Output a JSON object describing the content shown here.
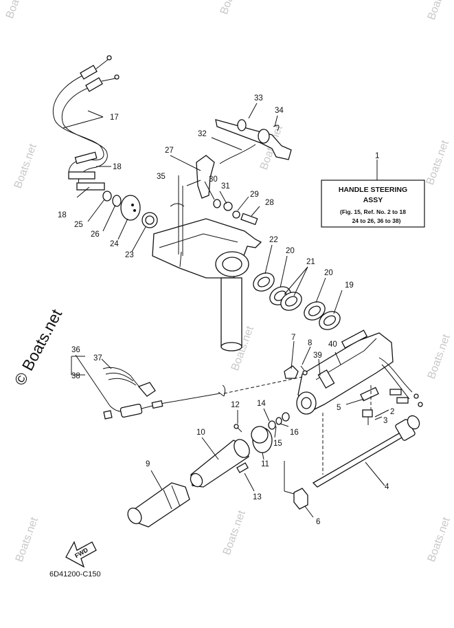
{
  "watermark": {
    "symbol": "©",
    "text": "Boats.net"
  },
  "callout": {
    "ref": "1",
    "title": "HANDLE STEERING",
    "subtitle": "ASSY",
    "note_line1": "(Fig. 15, Ref. No. 2 to 18",
    "note_line2": "24 to 26, 36 to 38)"
  },
  "fwd_label": "FWD",
  "diagram_code": "6D41200-C150",
  "part_numbers": [
    "2",
    "3",
    "4",
    "5",
    "6",
    "7",
    "8",
    "9",
    "10",
    "11",
    "12",
    "13",
    "14",
    "15",
    "16",
    "17",
    "18",
    "18",
    "19",
    "20",
    "20",
    "21",
    "22",
    "23",
    "24",
    "25",
    "26",
    "27",
    "28",
    "29",
    "30",
    "31",
    "32",
    "33",
    "34",
    "35",
    "36",
    "37",
    "38",
    "39",
    "40"
  ]
}
